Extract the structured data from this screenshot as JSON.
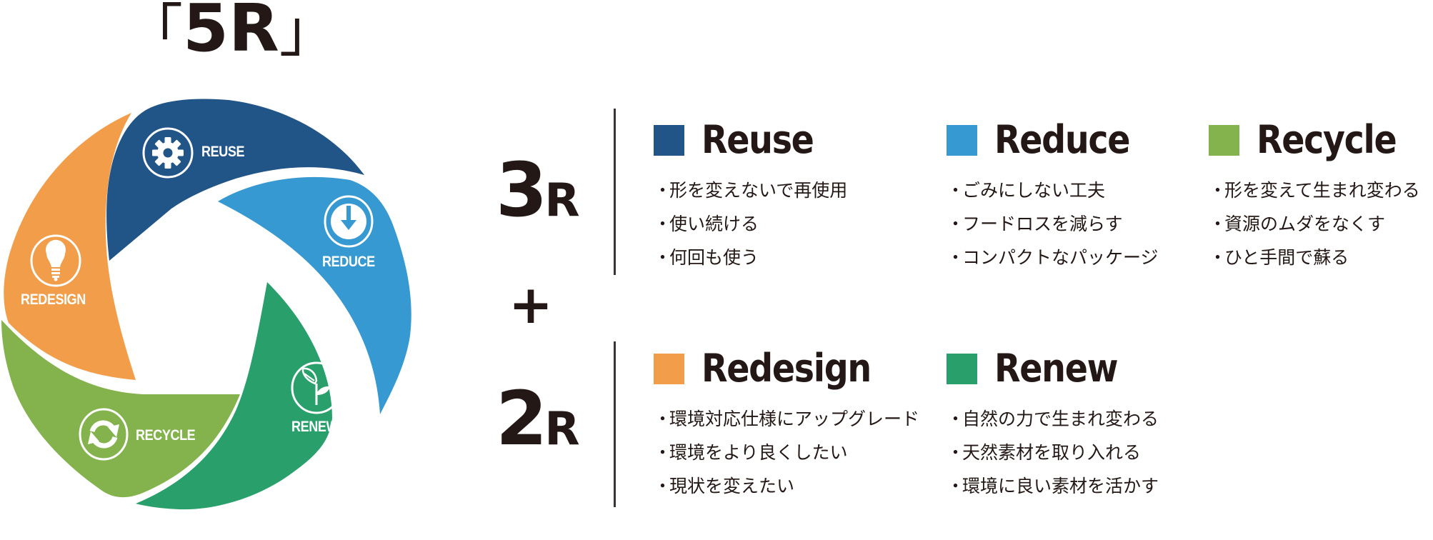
{
  "title": {
    "open_bracket": "「",
    "text": "5R",
    "close_bracket": "」"
  },
  "colors": {
    "reuse": "#215487",
    "reduce": "#3799d1",
    "recycle": "#84b34d",
    "redesign": "#f29d4a",
    "renew": "#29a06b",
    "text": "#231815",
    "icon_stroke": "#ffffff"
  },
  "wheel": {
    "segments": [
      {
        "key": "reuse",
        "label": "REUSE",
        "icon": "gear-icon"
      },
      {
        "key": "reduce",
        "label": "REDUCE",
        "icon": "arrow-down-circle-icon"
      },
      {
        "key": "renew",
        "label": "RENEW",
        "icon": "sprout-icon"
      },
      {
        "key": "recycle",
        "label": "RECYCLE",
        "icon": "recycle-arrows-icon"
      },
      {
        "key": "redesign",
        "label": "REDESIGN",
        "icon": "lightbulb-icon"
      }
    ]
  },
  "groups": {
    "three_r": {
      "number": "3",
      "suffix": "R",
      "items": [
        {
          "name": "Reuse",
          "color": "#215487",
          "bullets": [
            "形を変えないで再使用",
            "使い続ける",
            "何回も使う"
          ]
        },
        {
          "name": "Reduce",
          "color": "#3799d1",
          "bullets": [
            "ごみにしない工夫",
            "フードロスを減らす",
            "コンパクトなパッケージ"
          ]
        },
        {
          "name": "Recycle",
          "color": "#84b34d",
          "bullets": [
            "形を変えて生まれ変わる",
            "資源のムダをなくす",
            "ひと手間で蘇る"
          ]
        }
      ]
    },
    "plus": "+",
    "two_r": {
      "number": "2",
      "suffix": "R",
      "items": [
        {
          "name": "Redesign",
          "color": "#f29d4a",
          "bullets": [
            "環境対応仕様にアップグレード",
            "環境をより良くしたい",
            "現状を変えたい"
          ]
        },
        {
          "name": "Renew",
          "color": "#29a06b",
          "bullets": [
            "自然の力で生まれ変わる",
            "天然素材を取り入れる",
            "環境に良い素材を活かす"
          ]
        }
      ]
    }
  },
  "bullet_mark": "・"
}
